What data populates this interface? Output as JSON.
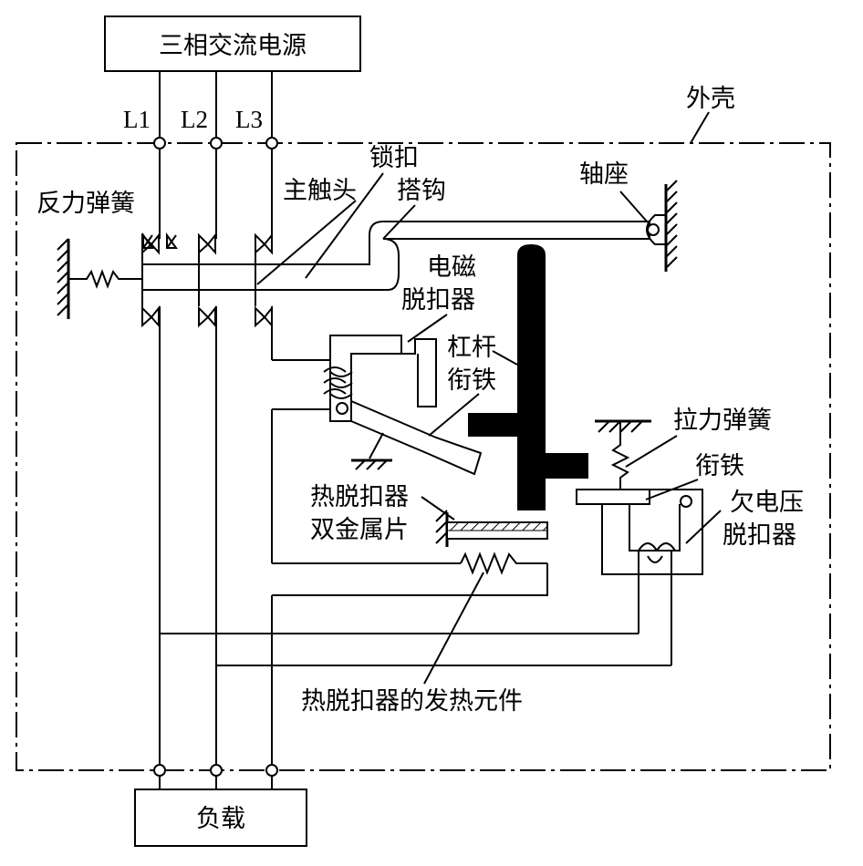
{
  "labels": {
    "power_source": "三相交流电源",
    "load": "负载",
    "enclosure": "外壳",
    "phase_l1": "L1",
    "phase_l2": "L2",
    "phase_l3": "L3",
    "reaction_spring": "反力弹簧",
    "main_contact": "主触头",
    "lock_catch": "锁扣",
    "hook": "搭钩",
    "pivot_seat": "轴座",
    "electromagnetic_release_1": "电磁",
    "electromagnetic_release_2": "脱扣器",
    "lever": "杠杆",
    "armature_1": "衔铁",
    "tension_spring": "拉力弹簧",
    "armature_2": "衔铁",
    "undervoltage_release_1": "欠电压",
    "undervoltage_release_2": "脱扣器",
    "thermal_release_1": "热脱扣器",
    "thermal_release_2": "双金属片",
    "heating_element": "热脱扣器的发热元件"
  }
}
